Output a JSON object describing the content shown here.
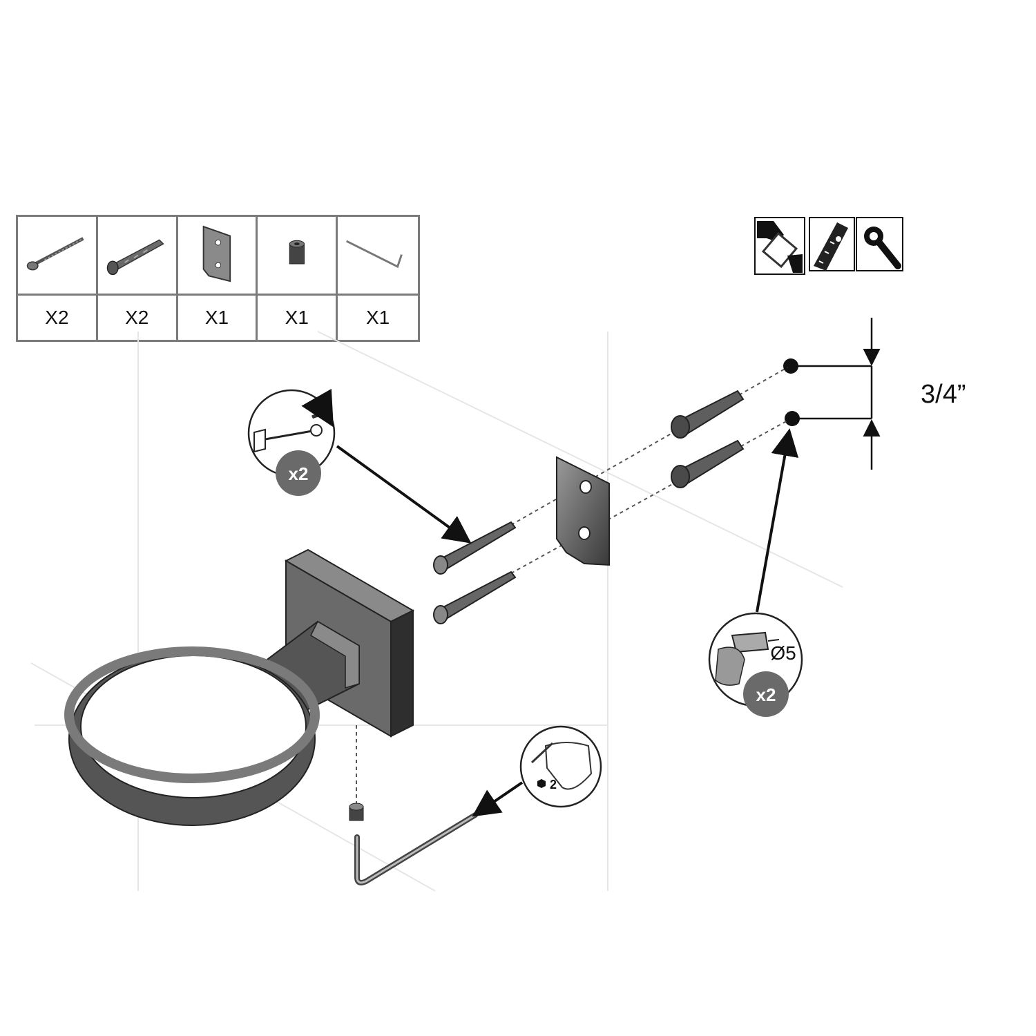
{
  "parts": [
    {
      "icon": "wood-screw-icon",
      "qty": "X2"
    },
    {
      "icon": "wall-anchor-icon",
      "qty": "X2"
    },
    {
      "icon": "mounting-plate-icon",
      "qty": "X1"
    },
    {
      "icon": "set-screw-icon",
      "qty": "X1"
    },
    {
      "icon": "allen-key-icon",
      "qty": "X1"
    }
  ],
  "tools": [
    "hand-cleaning-icon",
    "level-tool-icon",
    "wrench-icon"
  ],
  "dimension": {
    "label": "3/4”"
  },
  "callouts": {
    "screwdriver": {
      "count": "x2"
    },
    "drill": {
      "size": "Ø5",
      "count": "x2"
    },
    "allen": {
      "size": "2"
    }
  },
  "colors": {
    "metal": "#6f6f6f",
    "metal_dark": "#3e3e3e",
    "badge": "#6a6a6a",
    "table_border": "#7a7a7a"
  }
}
